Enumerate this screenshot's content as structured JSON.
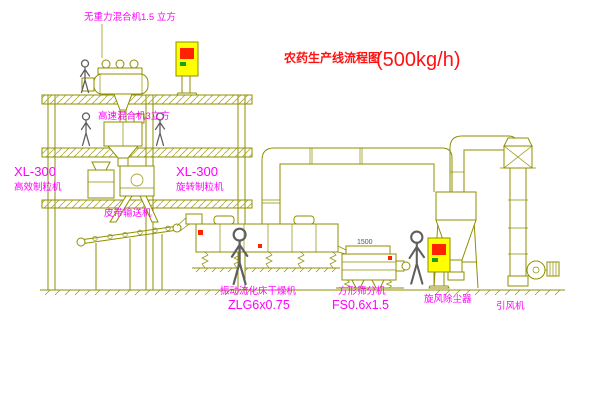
{
  "title": {
    "main": "农药生产线流程图",
    "capacity": "(500kg/h)"
  },
  "equipment_labels": {
    "gravity_free_mixer": "无重力混合机1.5 立方",
    "high_speed_mixer": "高速混合机3立方",
    "left_granulator_model": "XL-300",
    "left_granulator_name": "高效制粒机",
    "center_granulator_model": "XL-300",
    "center_granulator_name": "旋转制粒机",
    "belt_conveyor": "皮带输送机",
    "fluid_bed_dryer": "振动流化床干燥机",
    "fluid_bed_dryer_model": "ZLG6x0.75",
    "square_sieve": "方形筛分机",
    "square_sieve_model": "FS0.6x1.5",
    "cyclone": "旋风除尘器",
    "induced_draft_fan": "引风机"
  },
  "dimensions": {
    "sieve_feed": "1500"
  },
  "colors": {
    "line": "#8f8f00",
    "label": "#ff00ff",
    "title": "#ff1111",
    "panel_fill": "#ffff00",
    "panel_indicator": "#ff2200",
    "indicator_green": "#18a018",
    "background": "#ffffff"
  }
}
